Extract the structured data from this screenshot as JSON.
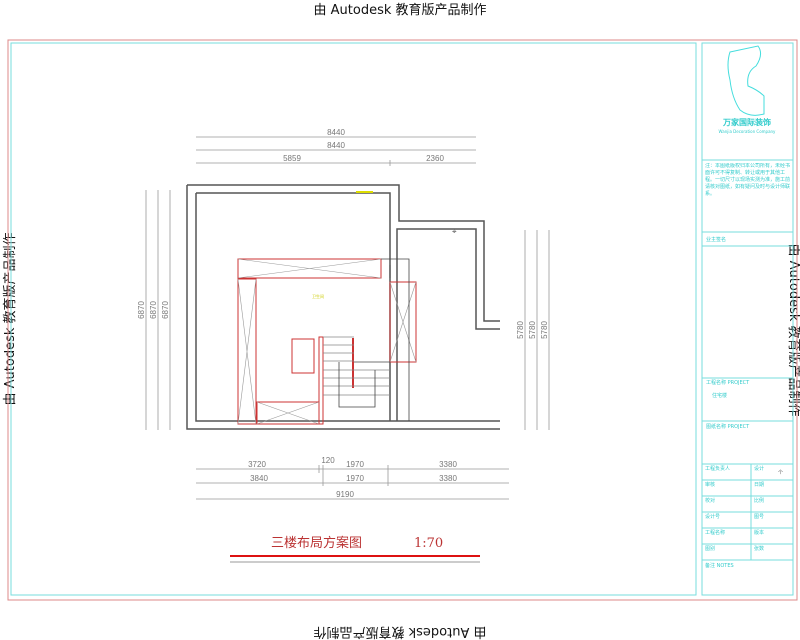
{
  "watermark": "由 Autodesk 教育版产品制作",
  "drawing": {
    "title": "三楼布局方案图",
    "scale": "1:70",
    "room_label": "卫生间",
    "dims_top": [
      "8440",
      "8440",
      "5859",
      "2360"
    ],
    "dims_left": [
      "6870",
      "6870",
      "6870"
    ],
    "dims_right": [
      "5780",
      "5780",
      "5780"
    ],
    "dims_bottom": [
      "3720",
      "120",
      "1970",
      "3380",
      "3840",
      "1970",
      "3380",
      "9190"
    ]
  },
  "title_block": {
    "company": "万家国际装饰",
    "company_en": "Wanjia Decoration Company",
    "notes": "注：本图纸版权归本公司所有，未经书面许可不得复制、转让或用于其他工程。一切尺寸以现场实测为准，施工前请核对图纸，如有疑问及时与设计师联系。",
    "client_label": "业主签名",
    "project_name_label": "工程名称 PROJECT",
    "project_name_value": "住宅楼",
    "drawing_name_label": "图纸名称 PROJECT",
    "fields": [
      {
        "label": "工程负责人",
        "value": "",
        "label2": "设计",
        "value2": "个"
      },
      {
        "label": "审核",
        "value": "",
        "label2": "日期",
        "value2": ""
      },
      {
        "label": "校对",
        "value": "",
        "label2": "比例",
        "value2": ""
      },
      {
        "label": "设计号",
        "value": "",
        "label2": "图号",
        "value2": ""
      },
      {
        "label": "工程名称",
        "value": "",
        "label2": "版本",
        "value2": ""
      },
      {
        "label": "图别",
        "value": "",
        "label2": "张数",
        "value2": ""
      }
    ],
    "remarks_label": "备注 NOTES"
  }
}
